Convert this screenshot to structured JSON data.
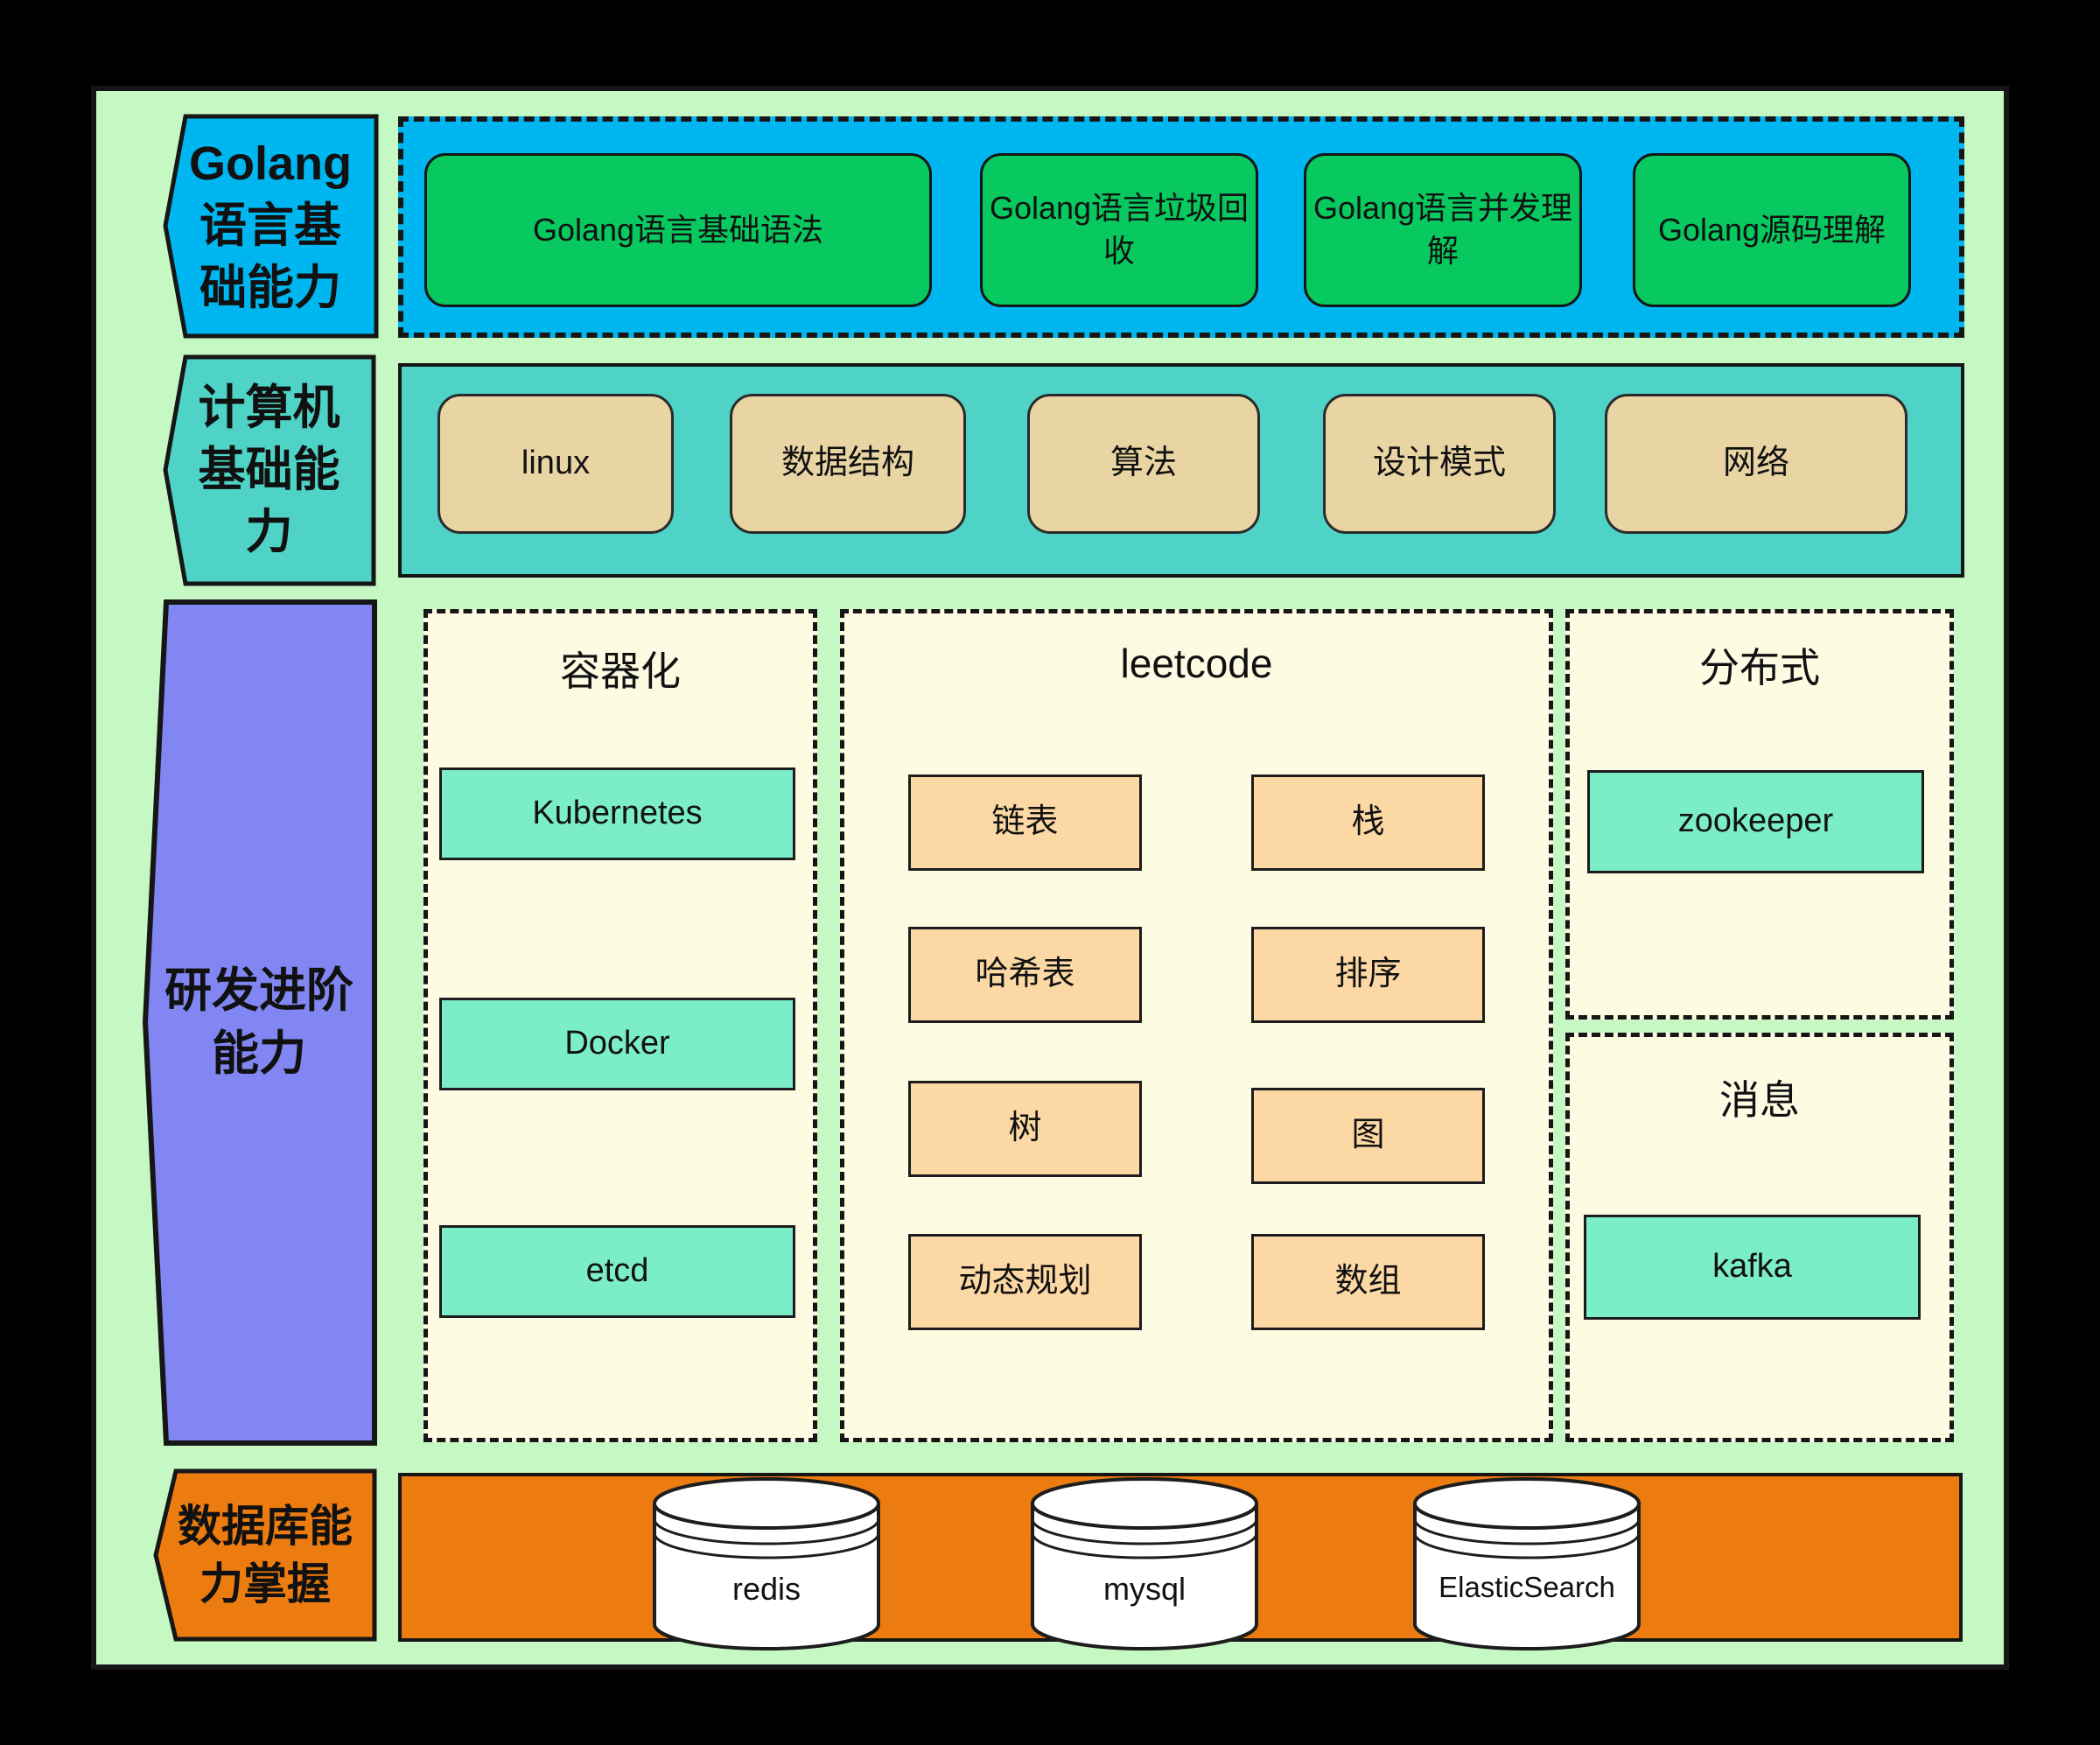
{
  "colors": {
    "canvas_bg": "#c6f8c4",
    "row1_band": "#00b6f0",
    "row1_box": "#07c95f",
    "row2_band": "#4ed3c6",
    "row2_box": "#e9d4a4",
    "row3_label": "#8286f2",
    "group_bg": "#fdfce3",
    "mint_box": "#7beec7",
    "peach_box": "#fcd8a5",
    "row4_band": "#ec7c10",
    "border": "#161616"
  },
  "rows": {
    "golang": {
      "label": "Golang\n语言基\n础能力",
      "items": [
        "Golang语言基础语法",
        "Golang语言垃圾回\n收",
        "Golang语言并发理\n解",
        "Golang源码理解"
      ]
    },
    "computer": {
      "label": "计算机\n基础能\n力",
      "items": [
        "linux",
        "数据结构",
        "算法",
        "设计模式",
        "网络"
      ]
    },
    "advanced": {
      "label": "研发进阶\n能力",
      "container": {
        "title": "容器化",
        "items": [
          "Kubernetes",
          "Docker",
          "etcd"
        ]
      },
      "leetcode": {
        "title": "leetcode",
        "items": [
          "链表",
          "栈",
          "哈希表",
          "排序",
          "树",
          "图",
          "动态规划",
          "数组"
        ]
      },
      "distributed": {
        "title": "分布式",
        "items": [
          "zookeeper"
        ]
      },
      "message": {
        "title": "消息",
        "items": [
          "kafka"
        ]
      }
    },
    "database": {
      "label": "数据库能\n力掌握",
      "items": [
        "redis",
        "mysql",
        "ElasticSearch"
      ]
    }
  }
}
